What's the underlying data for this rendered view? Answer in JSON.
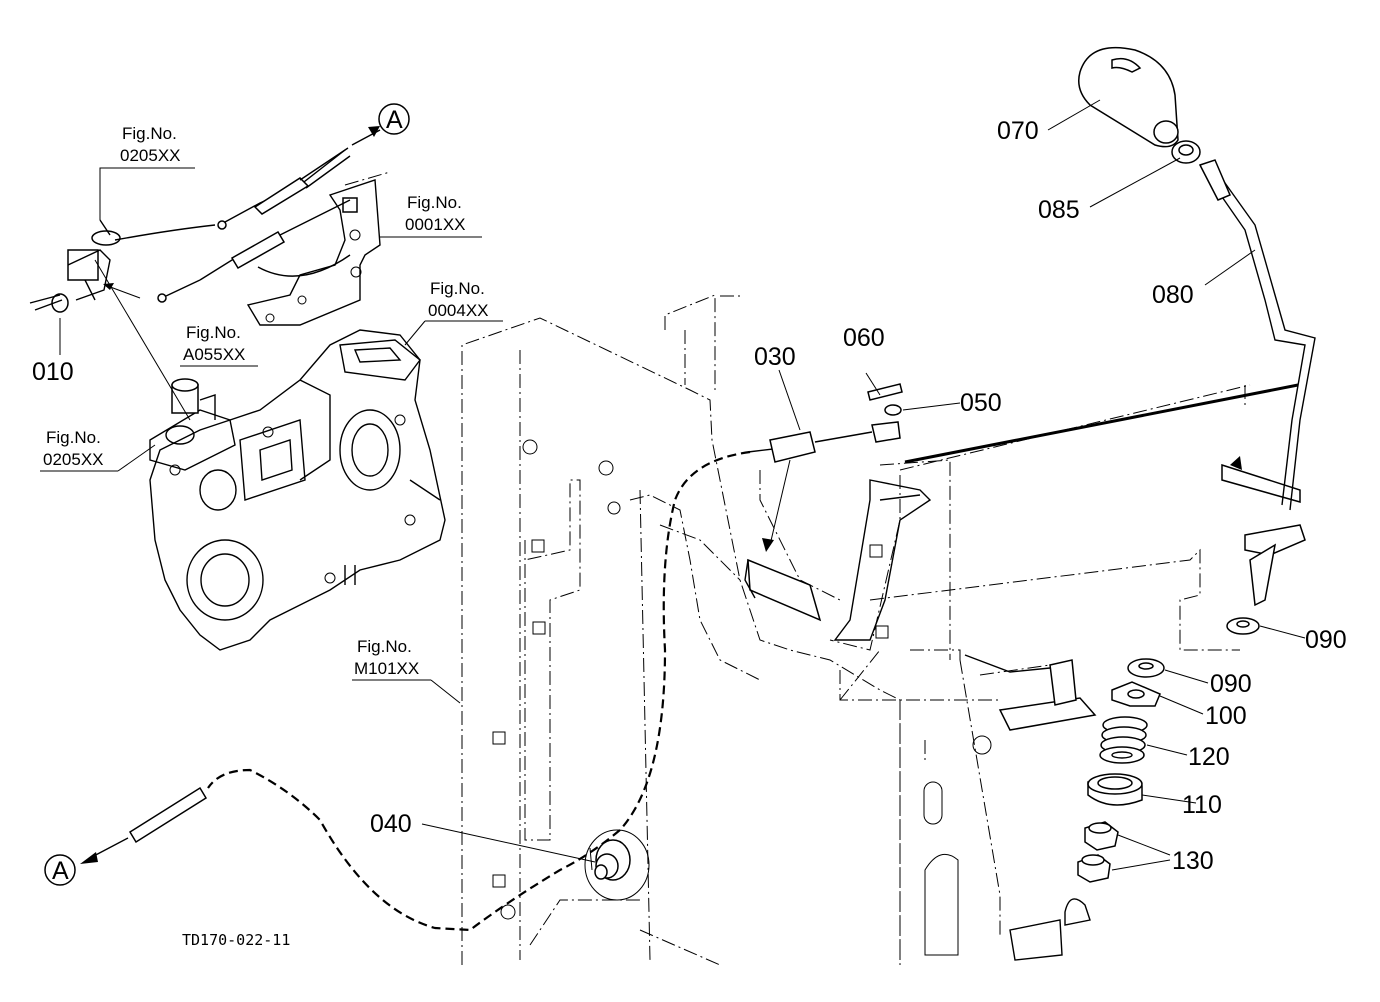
{
  "parts": {
    "p010": "010",
    "p030": "030",
    "p040": "040",
    "p050": "050",
    "p060": "060",
    "p070": "070",
    "p080": "080",
    "p085": "085",
    "p090a": "090",
    "p090b": "090",
    "p100": "100",
    "p110": "110",
    "p120": "120",
    "p130": "130"
  },
  "figrefs": {
    "fig1": {
      "label": "Fig.No.",
      "code": "0205XX"
    },
    "fig2": {
      "label": "Fig.No.",
      "code": "0001XX"
    },
    "fig3": {
      "label": "Fig.No.",
      "code": "0004XX"
    },
    "fig4": {
      "label": "Fig.No.",
      "code": "A055XX"
    },
    "fig5": {
      "label": "Fig.No.",
      "code": "0205XX"
    },
    "fig6": {
      "label": "Fig.No.",
      "code": "M101XX"
    }
  },
  "callouts": {
    "a_top": "A",
    "a_bottom": "A"
  },
  "drawing_code": "TD170-022-11"
}
